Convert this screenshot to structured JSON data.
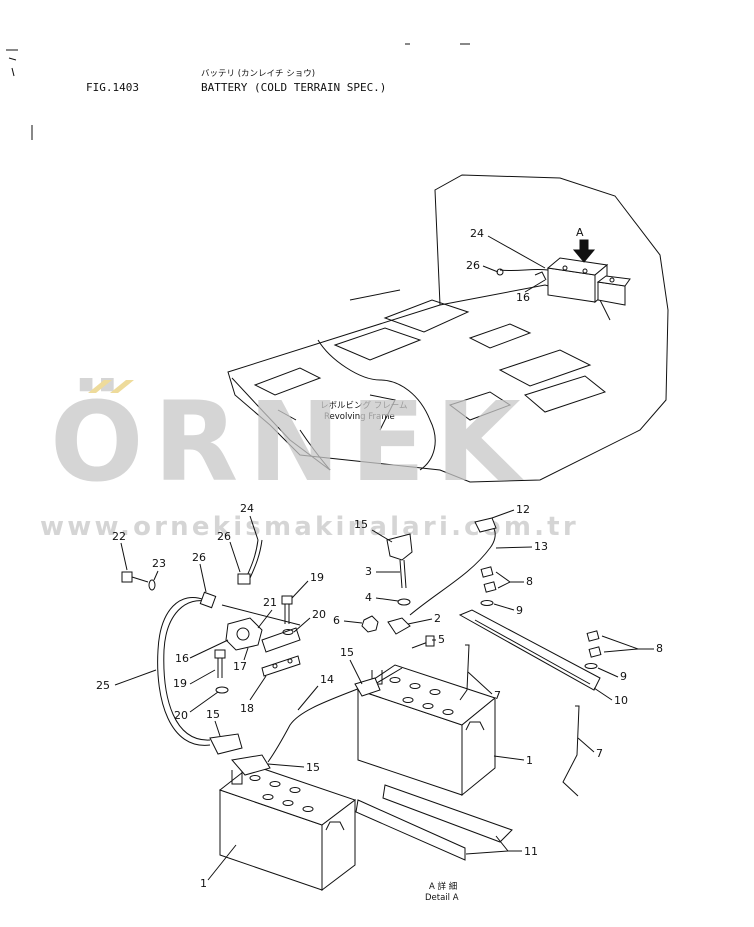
{
  "header": {
    "fig_number": "FIG.1403",
    "title_jp": "バッテリ (カンレイチ ショウ)",
    "title_en": "BATTERY (COLD TERRAIN SPEC.)"
  },
  "labels": {
    "frame_jp": "レボルビング フレーム",
    "frame_en": "Revolving Frame",
    "detail_a_jp": "A 詳 細",
    "detail_a_en": "Detail A",
    "view_a": "A"
  },
  "callouts": {
    "c1a": "1",
    "c1b": "1",
    "c2": "2",
    "c3": "3",
    "c4": "4",
    "c5": "5",
    "c6": "6",
    "c7a": "7",
    "c7b": "7",
    "c8a": "8",
    "c8b": "8",
    "c9a": "9",
    "c9b": "9",
    "c10": "10",
    "c11": "11",
    "c12": "12",
    "c13": "13",
    "c14": "14",
    "c15a": "15",
    "c15b": "15",
    "c15c": "15",
    "c15d": "15",
    "c16a": "16",
    "c16b": "16",
    "c17": "17",
    "c18": "18",
    "c19a": "19",
    "c19b": "19",
    "c20a": "20",
    "c20b": "20",
    "c21": "21",
    "c22": "22",
    "c23": "23",
    "c24a": "24",
    "c24b": "24",
    "c25": "25",
    "c26a": "26",
    "c26b": "26"
  },
  "watermark": {
    "brand": "ÖRNEK",
    "url": "www.ornekismakinalari.com.tr",
    "brand_color": "#c8c8c8",
    "accent_color": "#e9cf7a"
  }
}
